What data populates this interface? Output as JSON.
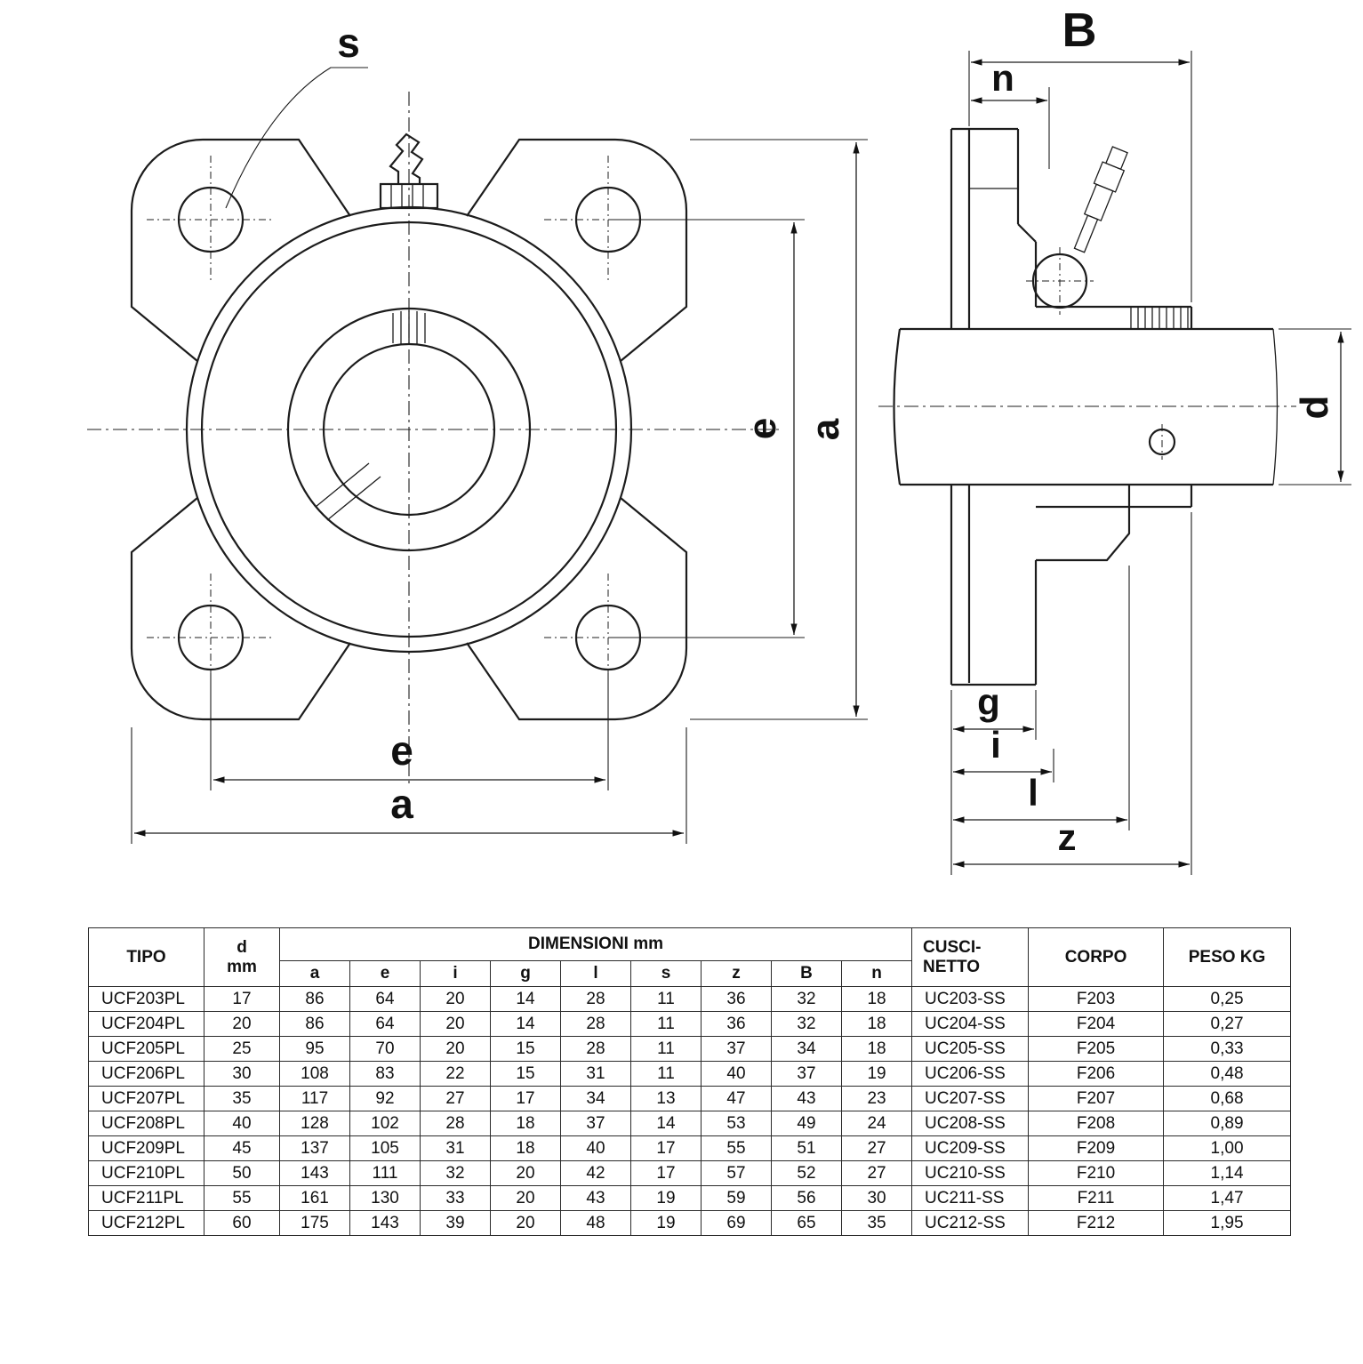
{
  "drawing": {
    "labels": {
      "s": "s",
      "e": "e",
      "a": "a",
      "B": "B",
      "n": "n",
      "d": "d",
      "g": "g",
      "i": "i",
      "l": "l",
      "z": "z"
    }
  },
  "table": {
    "headers": {
      "tipo": "TIPO",
      "d": "d",
      "mm": "mm",
      "dimensioni": "DIMENSIONI mm",
      "cuscinetto_line1": "CUSCI-",
      "cuscinetto_line2": "NETTO",
      "corpo": "CORPO",
      "peso": "PESO KG"
    },
    "dim_columns": [
      "a",
      "e",
      "i",
      "g",
      "l",
      "s",
      "z",
      "B",
      "n"
    ],
    "rows": [
      {
        "tipo": "UCF203PL",
        "d": "17",
        "dims": [
          "86",
          "64",
          "20",
          "14",
          "28",
          "11",
          "36",
          "32",
          "18"
        ],
        "cuscinetto": "UC203-SS",
        "corpo": "F203",
        "peso": "0,25"
      },
      {
        "tipo": "UCF204PL",
        "d": "20",
        "dims": [
          "86",
          "64",
          "20",
          "14",
          "28",
          "11",
          "36",
          "32",
          "18"
        ],
        "cuscinetto": "UC204-SS",
        "corpo": "F204",
        "peso": "0,27"
      },
      {
        "tipo": "UCF205PL",
        "d": "25",
        "dims": [
          "95",
          "70",
          "20",
          "15",
          "28",
          "11",
          "37",
          "34",
          "18"
        ],
        "cuscinetto": "UC205-SS",
        "corpo": "F205",
        "peso": "0,33"
      },
      {
        "tipo": "UCF206PL",
        "d": "30",
        "dims": [
          "108",
          "83",
          "22",
          "15",
          "31",
          "11",
          "40",
          "37",
          "19"
        ],
        "cuscinetto": "UC206-SS",
        "corpo": "F206",
        "peso": "0,48"
      },
      {
        "tipo": "UCF207PL",
        "d": "35",
        "dims": [
          "117",
          "92",
          "27",
          "17",
          "34",
          "13",
          "47",
          "43",
          "23"
        ],
        "cuscinetto": "UC207-SS",
        "corpo": "F207",
        "peso": "0,68"
      },
      {
        "tipo": "UCF208PL",
        "d": "40",
        "dims": [
          "128",
          "102",
          "28",
          "18",
          "37",
          "14",
          "53",
          "49",
          "24"
        ],
        "cuscinetto": "UC208-SS",
        "corpo": "F208",
        "peso": "0,89"
      },
      {
        "tipo": "UCF209PL",
        "d": "45",
        "dims": [
          "137",
          "105",
          "31",
          "18",
          "40",
          "17",
          "55",
          "51",
          "27"
        ],
        "cuscinetto": "UC209-SS",
        "corpo": "F209",
        "peso": "1,00"
      },
      {
        "tipo": "UCF210PL",
        "d": "50",
        "dims": [
          "143",
          "111",
          "32",
          "20",
          "42",
          "17",
          "57",
          "52",
          "27"
        ],
        "cuscinetto": "UC210-SS",
        "corpo": "F210",
        "peso": "1,14"
      },
      {
        "tipo": "UCF211PL",
        "d": "55",
        "dims": [
          "161",
          "130",
          "33",
          "20",
          "43",
          "19",
          "59",
          "56",
          "30"
        ],
        "cuscinetto": "UC211-SS",
        "corpo": "F211",
        "peso": "1,47"
      },
      {
        "tipo": "UCF212PL",
        "d": "60",
        "dims": [
          "175",
          "143",
          "39",
          "20",
          "48",
          "19",
          "69",
          "65",
          "35"
        ],
        "cuscinetto": "UC212-SS",
        "corpo": "F212",
        "peso": "1,95"
      }
    ]
  }
}
